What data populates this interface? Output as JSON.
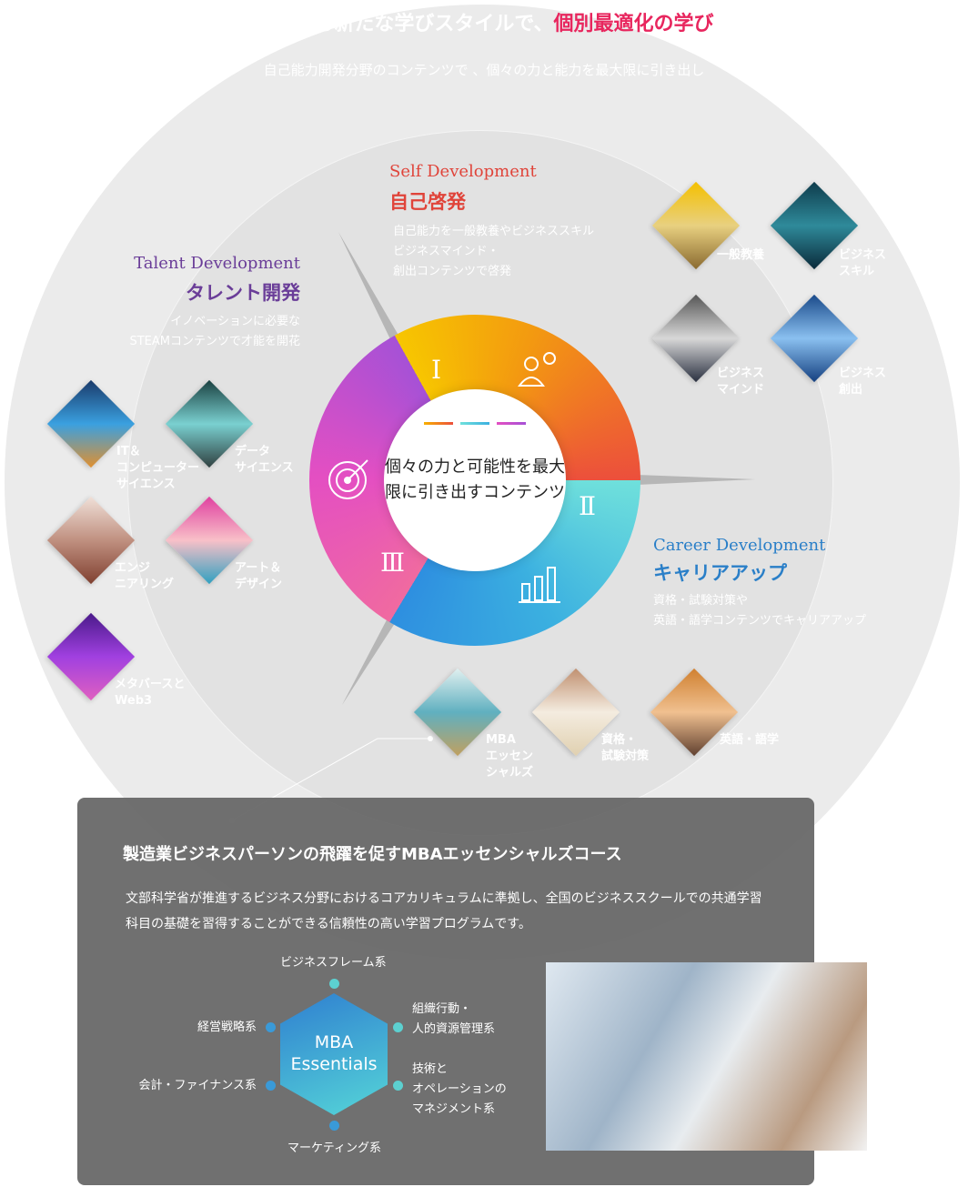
{
  "header": {
    "headline": "における新たな学びスタイルで、",
    "headline_highlight": "個別最適化の学び",
    "subline": "自己能力開発分野のコンテンツで 、個々の力と能力を最大限に引き出し"
  },
  "center": {
    "text": "個々の力と可能性を最大限に引き出すコンテンツ",
    "numerals": [
      "Ⅰ",
      "Ⅱ",
      "Ⅲ"
    ]
  },
  "colors": {
    "accent": "#e8265e",
    "talent": "#6a3d98",
    "self": "#e0443a",
    "career": "#2a7fc8"
  },
  "self": {
    "en": "Self Development",
    "jp": "自己啓発",
    "desc": [
      "自己能力を一般教養やビジネススキル",
      "ビジネスマインド・",
      "創出コンテンツで啓発"
    ],
    "items": [
      "一般教養",
      "ビジネス\nスキル",
      "ビジネス\nマインド",
      "ビジネス\n創出"
    ]
  },
  "talent": {
    "en": "Talent Development",
    "jp": "タレント開発",
    "desc": [
      "イノベーションに必要な",
      "STEAMコンテンツで才能を開花"
    ],
    "items": [
      "IT＆\nコンピューター\nサイエンス",
      "データ\nサイエンス",
      "エンジ\nニアリング",
      "アート＆\nデザイン",
      "メタバースと\nWeb3"
    ]
  },
  "career": {
    "en": "Career Development",
    "jp": "キャリアアップ",
    "desc": [
      "資格・試験対策や",
      "英語・語学コンテンツでキャリアアップ"
    ],
    "items": [
      "MBA\nエッセン\nシャルズ",
      "資格・\n試験対策",
      "英語・語学"
    ]
  },
  "panel": {
    "title": "製造業ビジネスパーソンの飛躍を促すMBAエッセンシャルズコース",
    "desc": "文部科学省が推進するビジネス分野におけるコアカリキュラムに準拠し、全国のビジネススクールでの共通学習科目の基礎を習得することができる信頼性の高い学習プログラムです。",
    "hub": "MBA\nEssentials",
    "areas": {
      "top": "ビジネスフレーム系",
      "left_top": "経営戦略系",
      "left_bottom": "会計・ファイナンス系",
      "right_top": "組織行動・\n人的資源管理系",
      "right_bottom": "技術と\nオペレーションの\nマネジメント系",
      "bottom": "マーケティング系"
    }
  }
}
